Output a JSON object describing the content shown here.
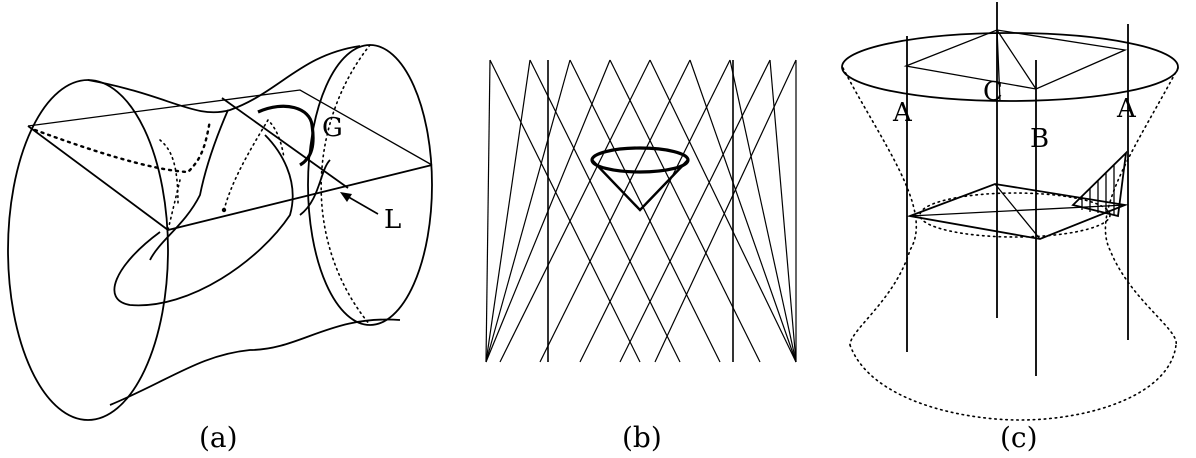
{
  "panels": {
    "a": {
      "caption": "(a)",
      "label_g": "G",
      "label_l": "L"
    },
    "b": {
      "caption": "(b)"
    },
    "c": {
      "caption": "(c)",
      "label_a_left": "A",
      "label_c": "C",
      "label_b": "B",
      "label_a_right": "A"
    }
  }
}
